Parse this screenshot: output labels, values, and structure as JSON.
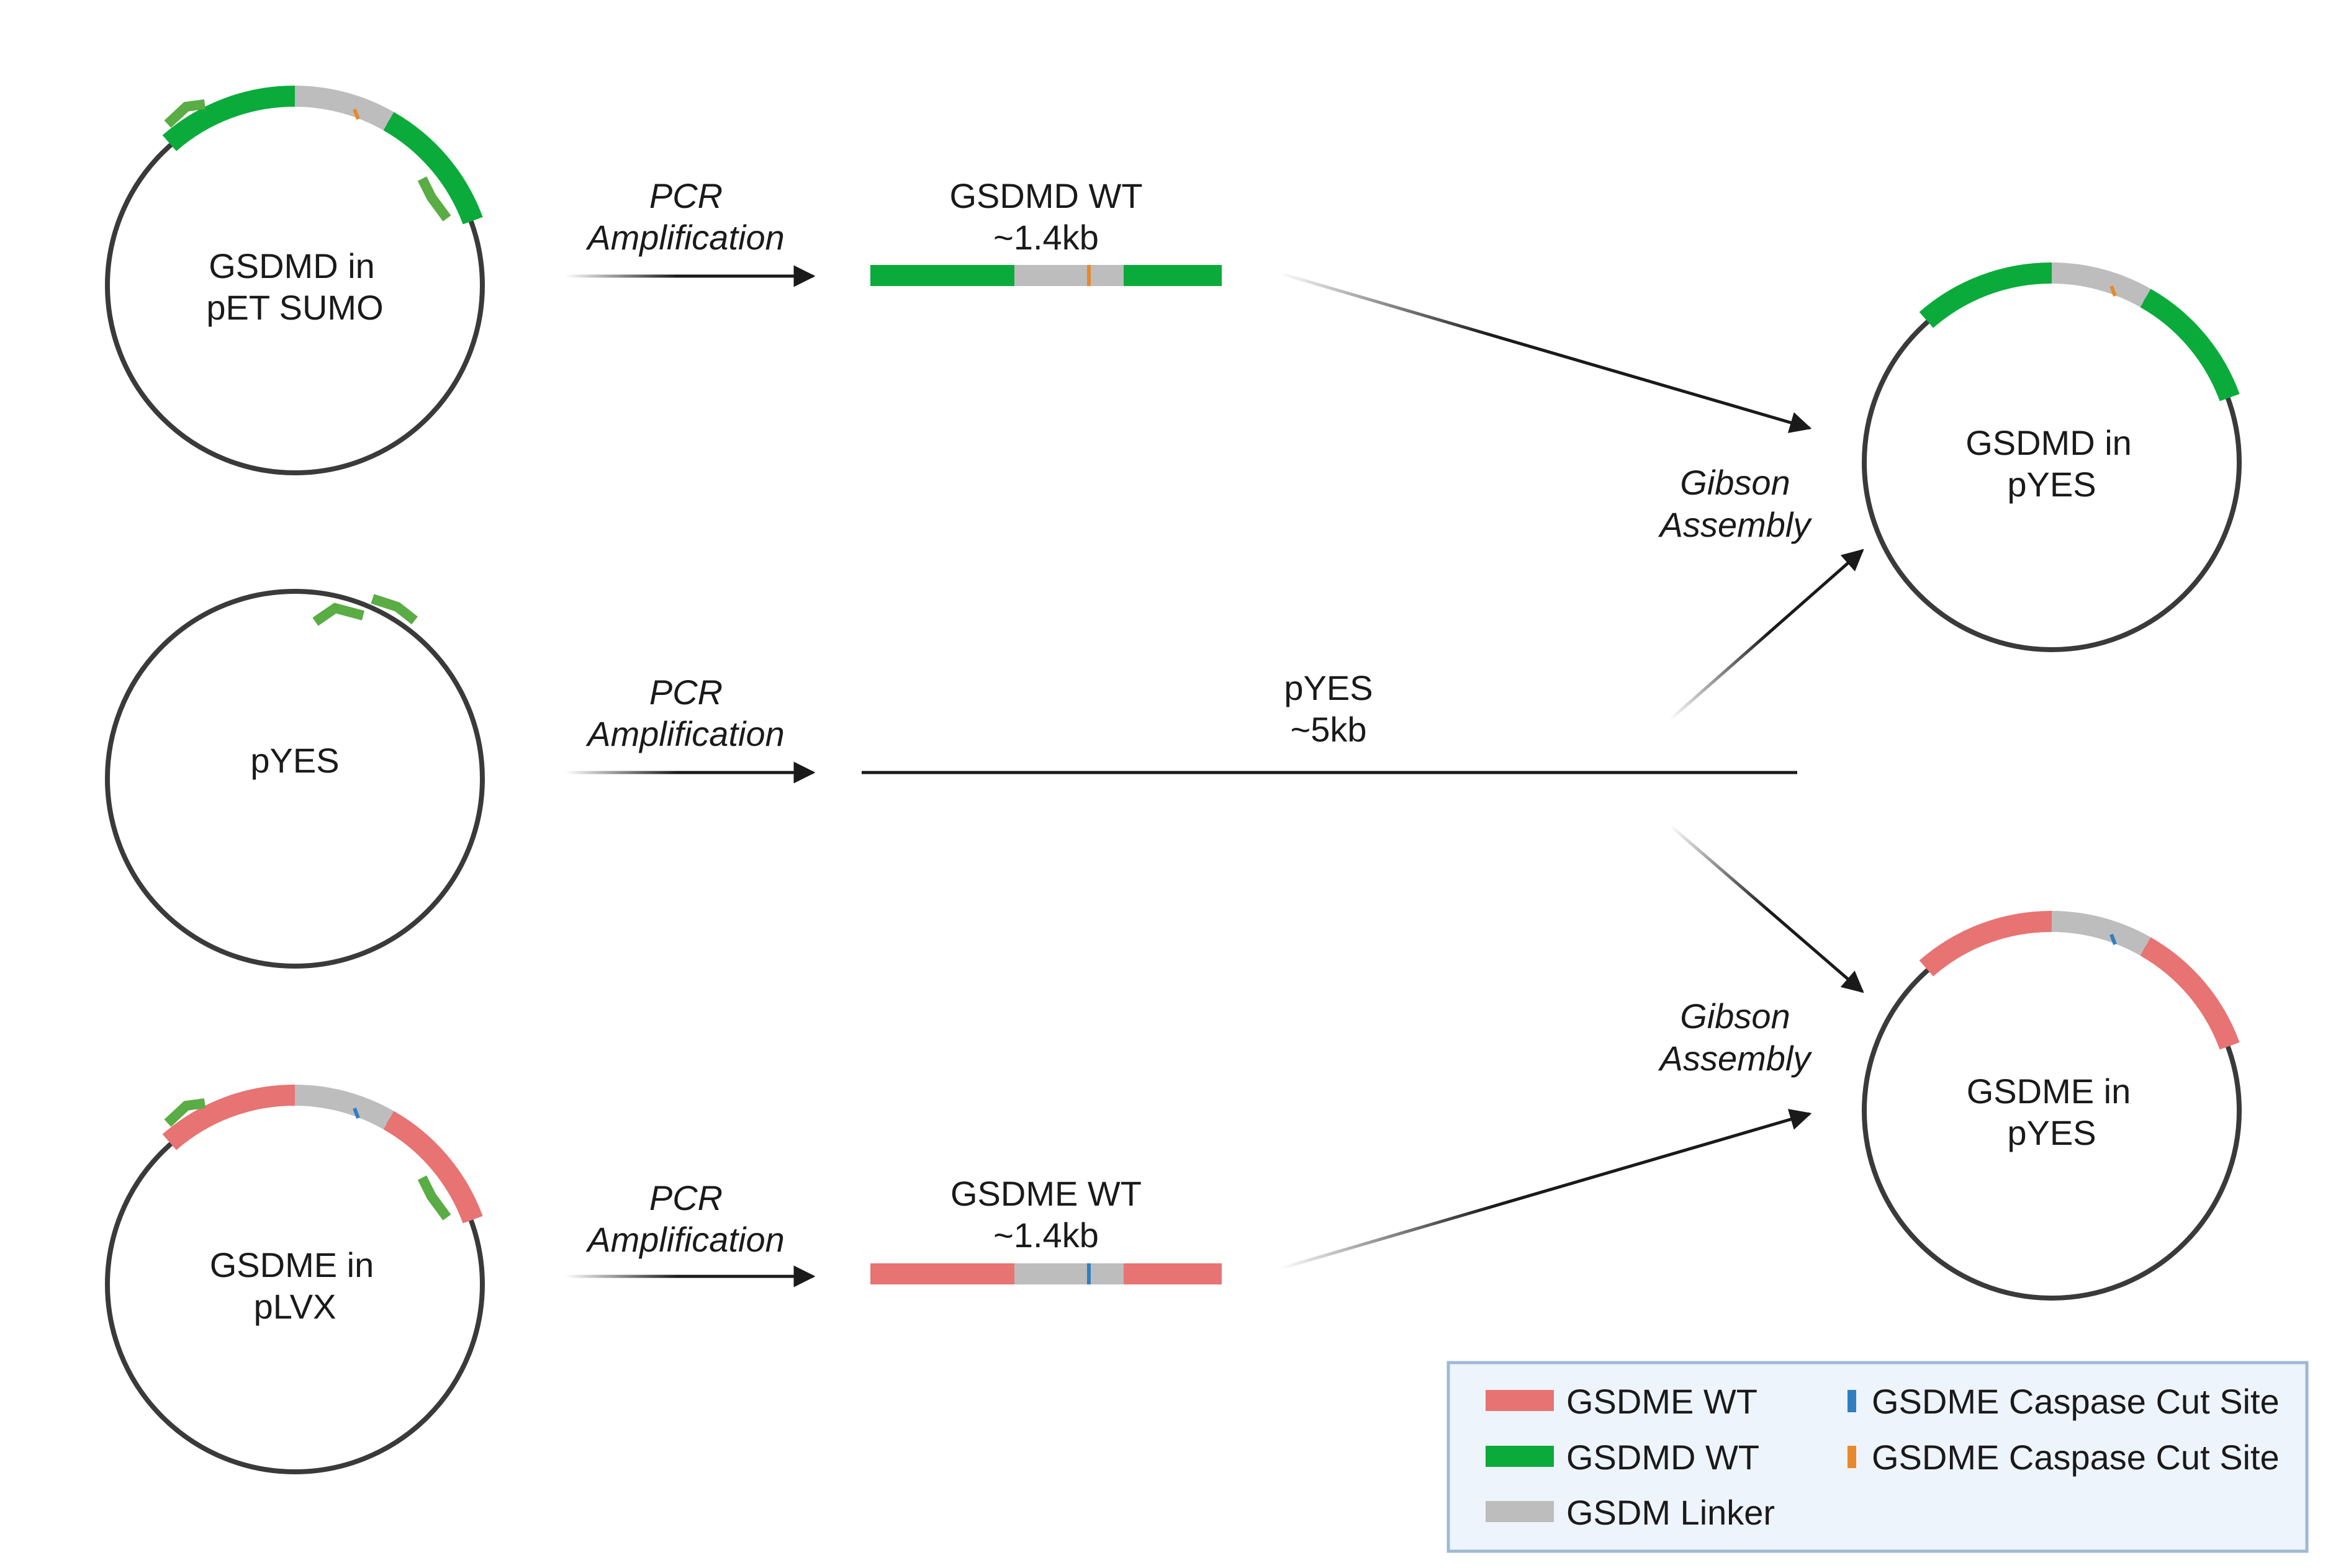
{
  "plasmids": {
    "source_gsdmd": [
      "GSDMD in",
      "pET SUMO"
    ],
    "source_pyes": [
      "pYES"
    ],
    "source_gsdme": [
      "GSDME in",
      "pLVX"
    ],
    "product_gsdmd": [
      "GSDMD in",
      "pYES"
    ],
    "product_gsdme": [
      "GSDME in",
      "pYES"
    ]
  },
  "steps": {
    "pcr_top": [
      "PCR",
      "Amplification"
    ],
    "pcr_middle": [
      "PCR",
      "Amplification"
    ],
    "pcr_bottom": [
      "PCR",
      "Amplification"
    ],
    "gibson_top": [
      "Gibson",
      "Assembly"
    ],
    "gibson_bottom": [
      "Gibson",
      "Assembly"
    ]
  },
  "fragments": {
    "gsdmd": [
      "GSDMD WT",
      "~1.4kb"
    ],
    "pyes": [
      "pYES",
      "~5kb"
    ],
    "gsdme": [
      "GSDME WT",
      "~1.4kb"
    ]
  },
  "legend": {
    "items": [
      {
        "label": "GSDME WT",
        "color": "#e87373"
      },
      {
        "label": "GSDMD WT",
        "color": "#0aab3a"
      },
      {
        "label": "GSDM Linker",
        "color": "#bdbdbd"
      },
      {
        "label": "GSDME Caspase Cut Site",
        "color": "#2f7fc1"
      },
      {
        "label": "GSDME Caspase Cut Site",
        "color": "#e8892c"
      }
    ]
  },
  "colors": {
    "gsdme": "#e87373",
    "gsdmd": "#0aab3a",
    "linker": "#bdbdbd",
    "cut_blue": "#2f7fc1",
    "cut_orange": "#e8892c",
    "primer": "#5aac44",
    "outline": "#3a3a3a",
    "legend_bg": "#eef4fb",
    "legend_border": "#9fb8d6"
  }
}
